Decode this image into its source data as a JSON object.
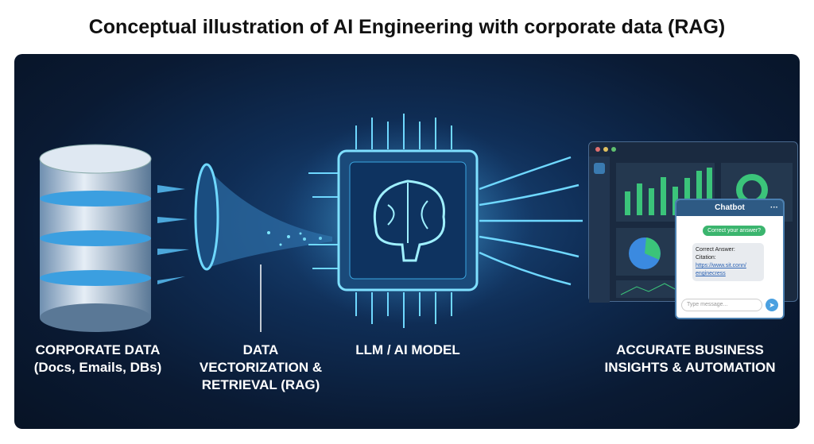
{
  "title": "Conceptual illustration of AI Engineering with corporate data (RAG)",
  "stages": [
    {
      "label_lines": [
        "CORPORATE DATA",
        "(Docs, Emails, DBs)"
      ],
      "icon": "database-icon"
    },
    {
      "label_lines": [
        "DATA",
        "VECTORIZATION &",
        "RETRIEVAL (RAG)"
      ],
      "icon": "funnel-icon"
    },
    {
      "label_lines": [
        "LLM / AI MODEL"
      ],
      "icon": "brain-chip-icon"
    },
    {
      "label_lines": [
        "ACCURATE BUSINESS",
        "INSIGHTS & AUTOMATION"
      ],
      "icon": "dashboard-icon"
    }
  ],
  "chatbot": {
    "title": "Chatbot",
    "menu": "···",
    "user_message": "Correct your answer?",
    "answer_title": "Correct Answer:",
    "citation_label": "Citation:",
    "citation_link": "https://www.sit.conn/ enginecress",
    "input_placeholder": "Type message...",
    "send": "➤"
  },
  "colors": {
    "accent": "#3fd0ff",
    "panel": "#0f2d55",
    "chat_green": "#3bb56e"
  }
}
